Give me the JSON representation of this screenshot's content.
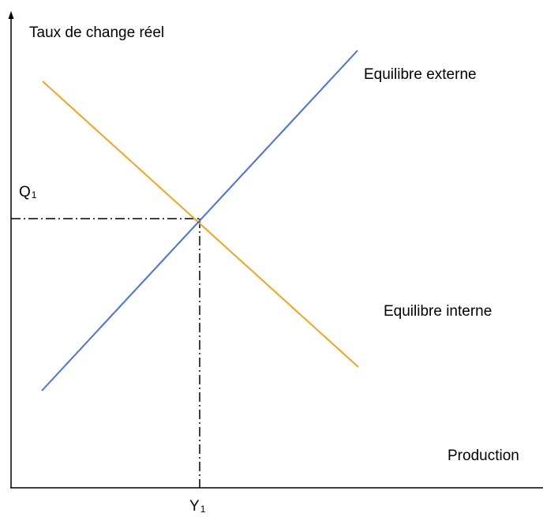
{
  "axes": {
    "y_label": "Taux de change réel",
    "x_label": "Production"
  },
  "curves": {
    "external": {
      "label": "Equilibre externe",
      "color": "#4a6fe3"
    },
    "internal": {
      "label": "Equilibre interne",
      "color": "#f5a31a"
    }
  },
  "equilibrium": {
    "q_symbol": "Q",
    "q_subscript": "1",
    "y_symbol": "Y",
    "y_subscript": "1"
  },
  "colors": {
    "axis": "#000000",
    "guide": "#000000"
  }
}
